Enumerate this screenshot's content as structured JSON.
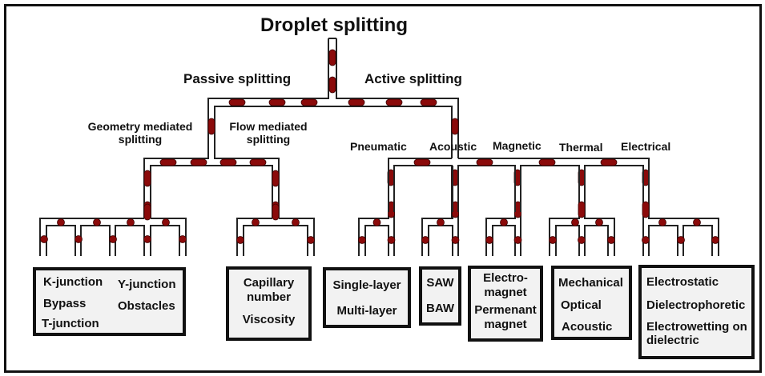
{
  "title": "Droplet splitting",
  "colors": {
    "droplet": "#8b0a0a",
    "channel": "#222222",
    "box_fill": "#f2f2f2"
  },
  "level1": {
    "passive": "Passive splitting",
    "active": "Active splitting"
  },
  "passive": {
    "geometry": "Geometry mediated\nsplitting",
    "geometry_line1": "Geometry mediated",
    "geometry_line2": "splitting",
    "flow_line1": "Flow mediated",
    "flow_line2": "splitting"
  },
  "active": {
    "categories": [
      "Pneumatic",
      "Acoustic",
      "Magnetic",
      "Thermal",
      "Electrical"
    ]
  },
  "boxes": {
    "geometry": [
      "K-junction",
      "Y-junction",
      "Bypass",
      "Obstacles",
      "T-junction"
    ],
    "flow": [
      "Capillary",
      "number",
      "Viscosity"
    ],
    "pneumatic": [
      "Single-layer",
      "Multi-layer"
    ],
    "acoustic": [
      "SAW",
      "BAW"
    ],
    "magnetic": [
      "Electro-",
      "magnet",
      "Permenant",
      "magnet"
    ],
    "thermal": [
      "Mechanical",
      "Optical",
      "Acoustic"
    ],
    "electrical": [
      "Electrostatic",
      "Dielectrophoretic",
      "Electrowetting on",
      "dielectric"
    ]
  }
}
